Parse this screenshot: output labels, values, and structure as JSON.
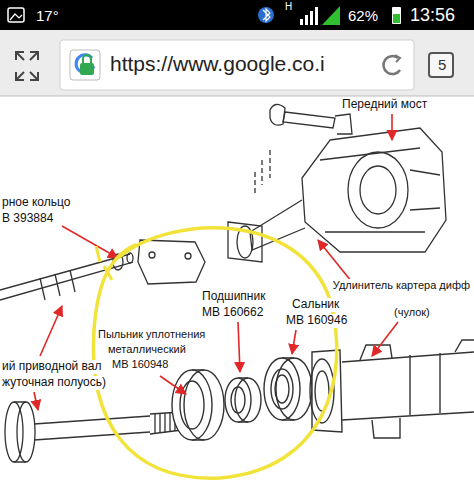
{
  "diagram": {
    "labels": [
      "17°",
      "H",
      "62%",
      "13:56",
      "https://www.google.co.i",
      "5",
      "Передний мост",
      "рное кольцо",
      "В 393884",
      "Подшипник",
      "МВ 160662",
      "Сальник",
      "МВ 160946",
      "Пыльник уплотнения",
      "металлический",
      "МВ 160948",
      "ий приводной вал",
      "жуточная полуось)",
      "Удлинитель картера дифф",
      "(чулок)"
    ]
  }
}
